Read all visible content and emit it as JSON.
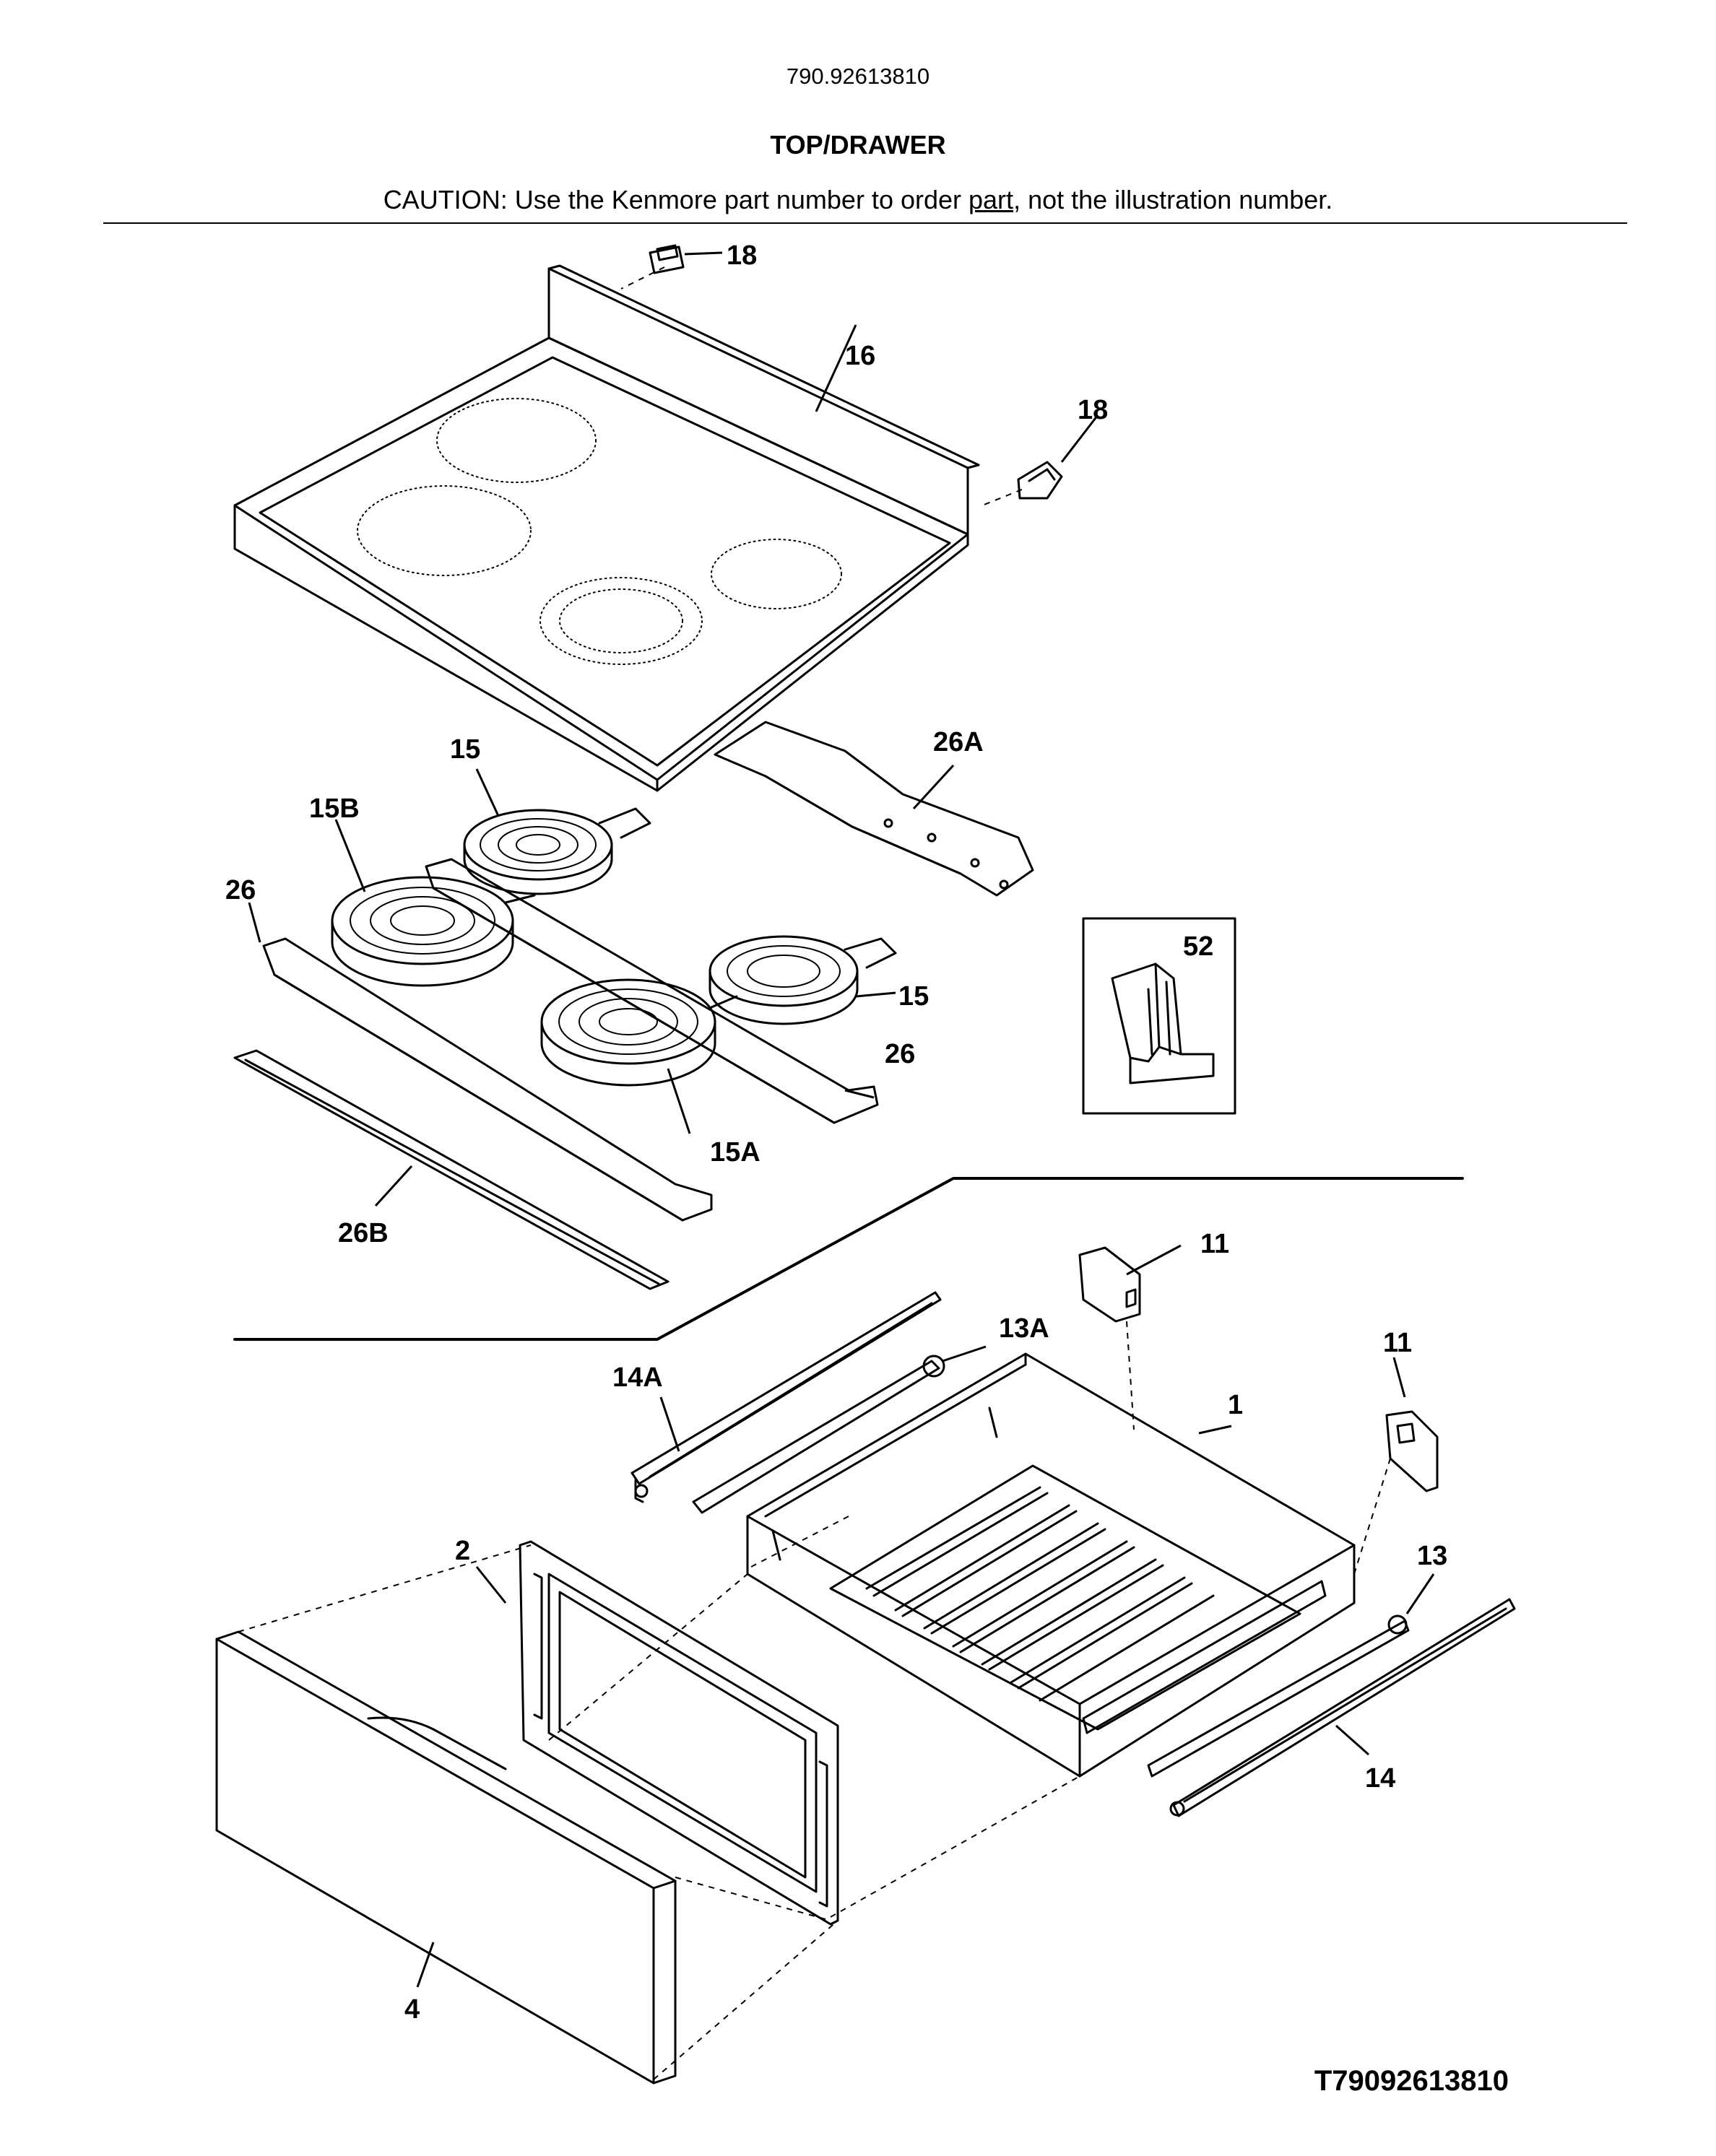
{
  "header": {
    "model_number": "790.92613810",
    "title": "TOP/DRAWER",
    "caution_before": "CAUTION: Use the Kenmore part number to order ",
    "caution_link": "part",
    "caution_after": ", not the illustration number."
  },
  "callouts": {
    "c18a": "18",
    "c16": "16",
    "c18b": "18",
    "c26A": "26A",
    "c15a": "15",
    "c15B": "15B",
    "c26a": "26",
    "c52": "52",
    "c15b": "15",
    "c26b": "26",
    "c15A": "15A",
    "c26B": "26B",
    "c11a": "11",
    "c13A": "13A",
    "c14A": "14A",
    "c11b": "11",
    "c1": "1",
    "c2": "2",
    "c13": "13",
    "c14": "14",
    "c4": "4"
  },
  "footer": {
    "diagram_code": "T79092613810"
  }
}
